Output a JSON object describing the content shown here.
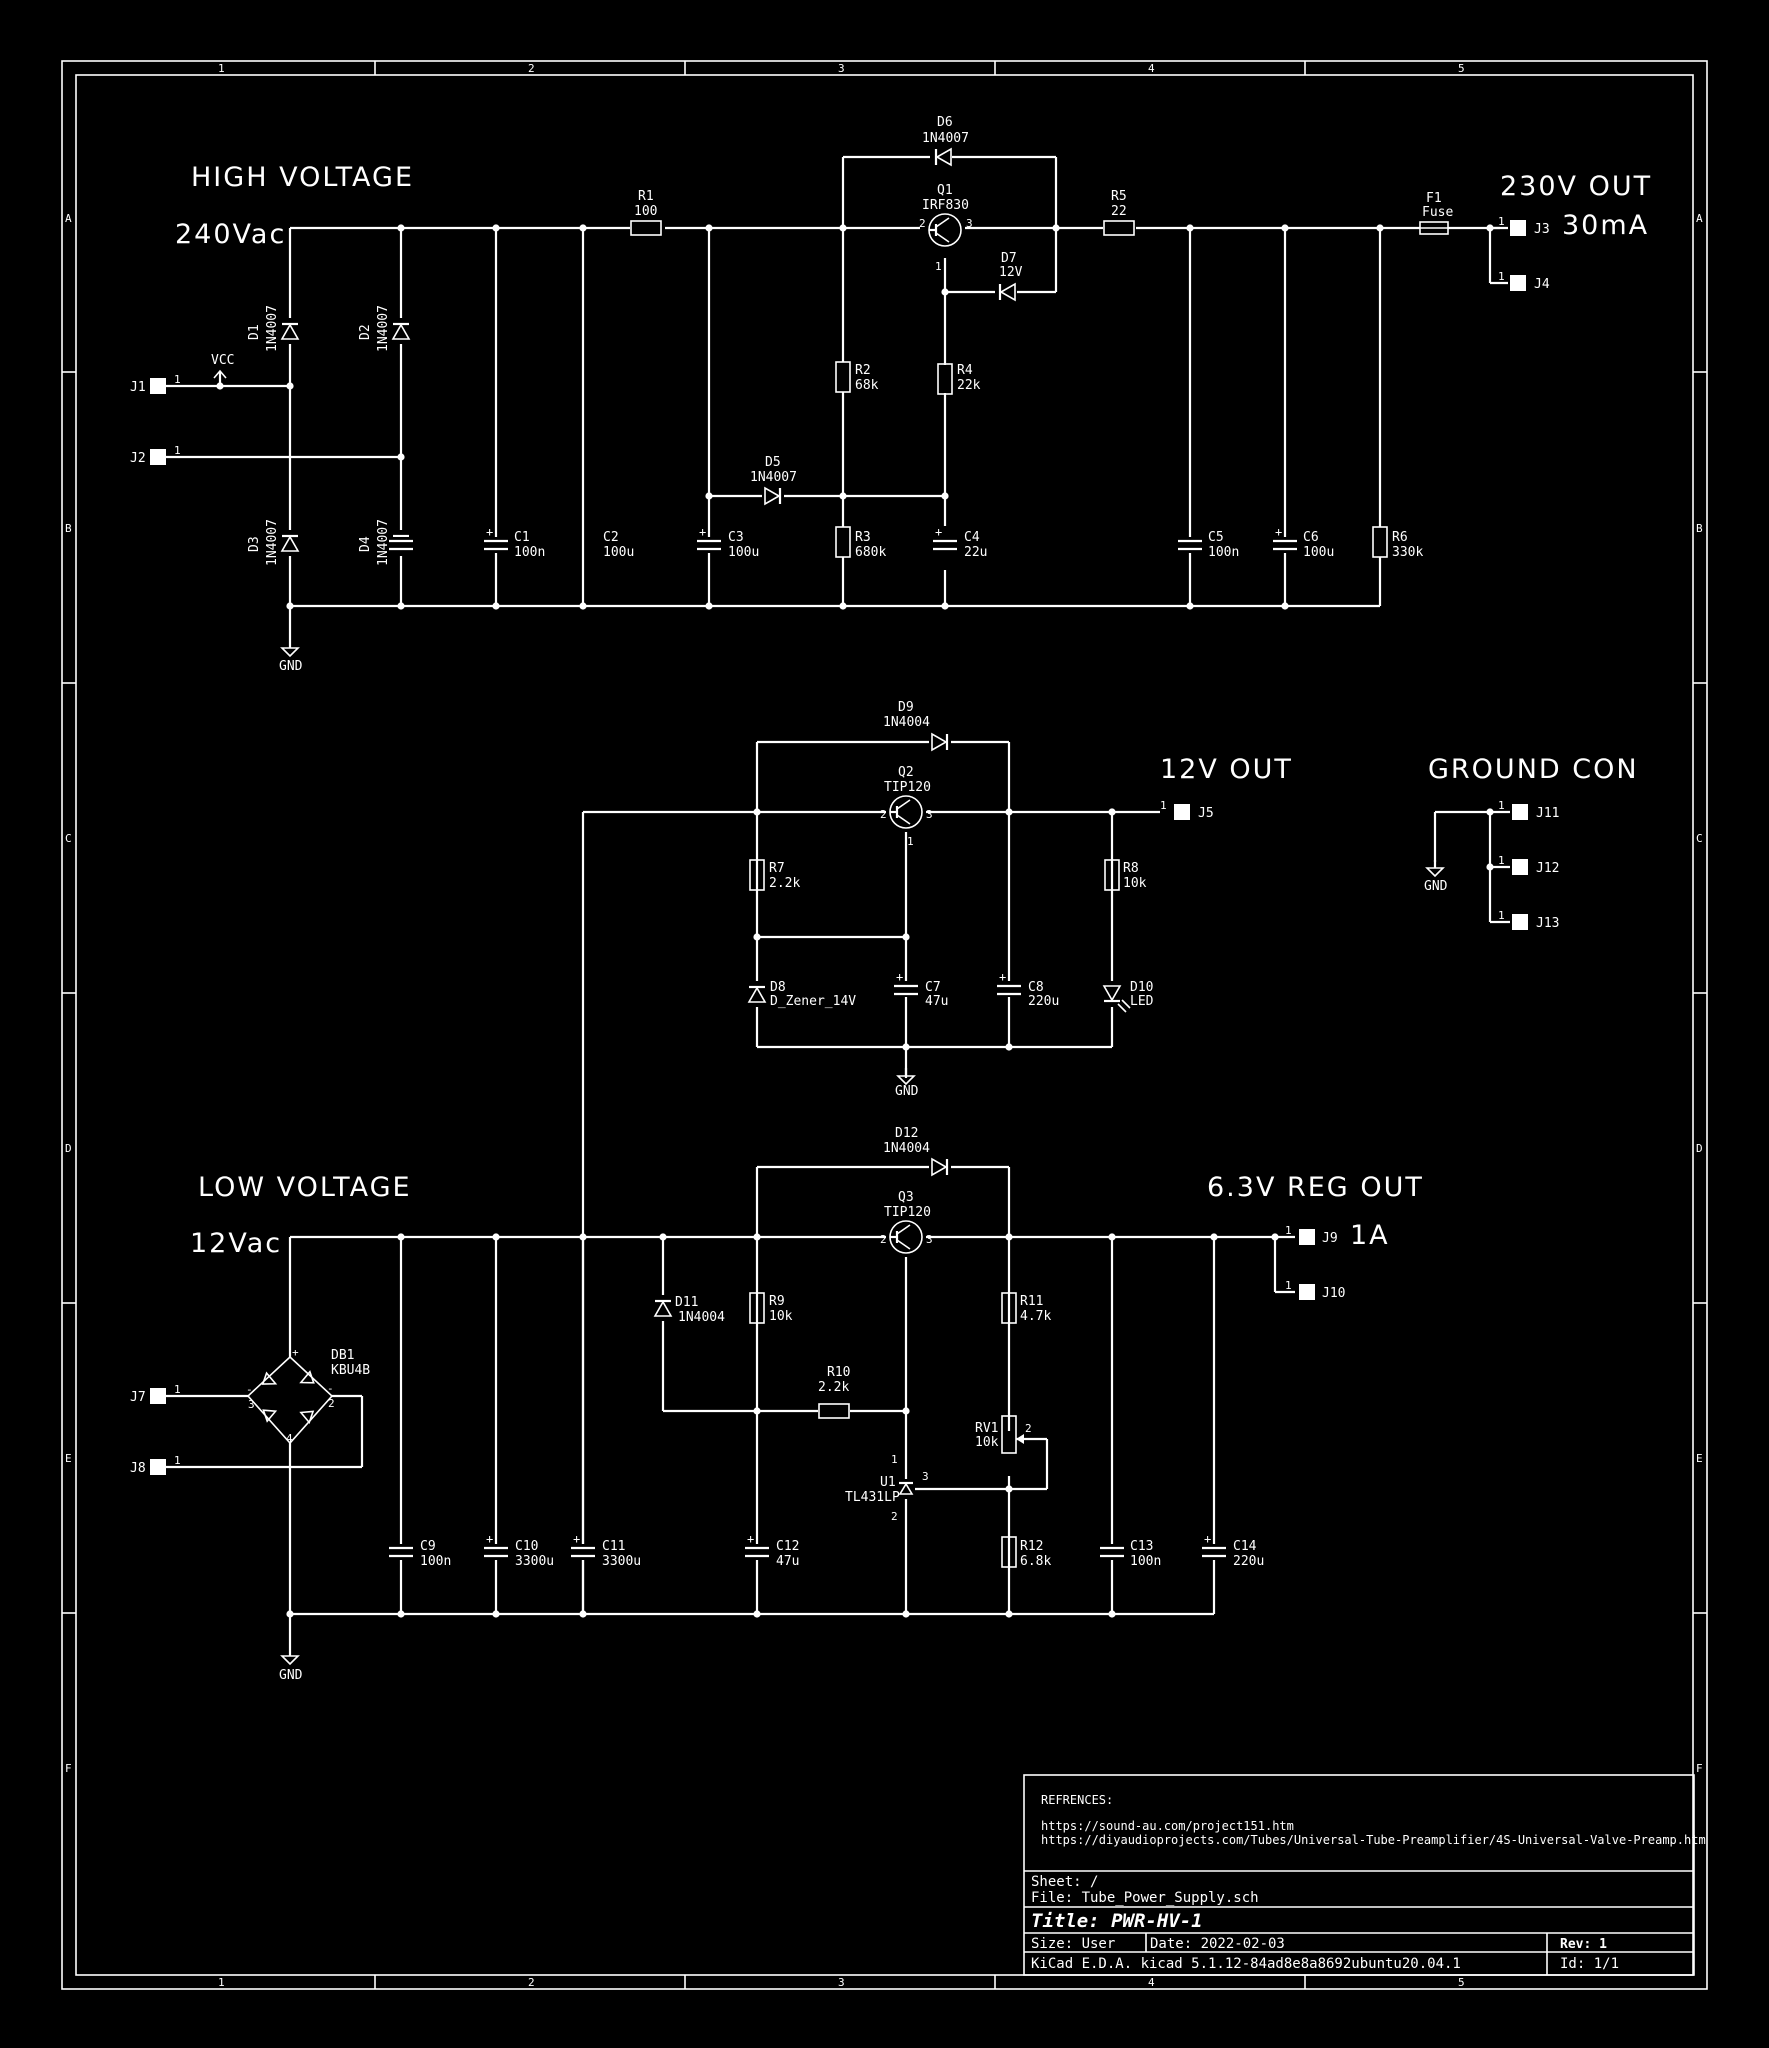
{
  "section_titles": {
    "high_voltage": "HIGH VOLTAGE",
    "hv_input": "240Vac",
    "hv_output": "230V OUT",
    "hv_current": "30mA",
    "out12": "12V OUT",
    "ground_con": "GROUND CON",
    "low_voltage": "LOW VOLTAGE",
    "lv_input": "12Vac",
    "reg_out": "6.3V REG OUT",
    "reg_current": "1A"
  },
  "frame": {
    "columns": [
      "1",
      "2",
      "3",
      "4",
      "5"
    ],
    "rows": [
      "A",
      "B",
      "C",
      "D",
      "E",
      "F"
    ]
  },
  "components": {
    "D6": {
      "ref": "D6",
      "value": "1N4007"
    },
    "Q1": {
      "ref": "Q1",
      "value": "IRF830"
    },
    "D7": {
      "ref": "D7",
      "value": "12V"
    },
    "R1": {
      "ref": "R1",
      "value": "100"
    },
    "R5": {
      "ref": "R5",
      "value": "22"
    },
    "F1": {
      "ref": "F1",
      "value": "Fuse"
    },
    "D1": {
      "ref": "D1",
      "value": "1N4007"
    },
    "D2": {
      "ref": "D2",
      "value": "1N4007"
    },
    "D3": {
      "ref": "D3",
      "value": "1N4007"
    },
    "D4": {
      "ref": "D4",
      "value": "1N4007"
    },
    "R2": {
      "ref": "R2",
      "value": "68k"
    },
    "R4": {
      "ref": "R4",
      "value": "22k"
    },
    "D5": {
      "ref": "D5",
      "value": "1N4007"
    },
    "C1": {
      "ref": "C1",
      "value": "100n"
    },
    "C2": {
      "ref": "C2",
      "value": "100u"
    },
    "C3": {
      "ref": "C3",
      "value": "100u"
    },
    "R3": {
      "ref": "R3",
      "value": "680k"
    },
    "C4": {
      "ref": "C4",
      "value": "22u"
    },
    "C5": {
      "ref": "C5",
      "value": "100n"
    },
    "C6": {
      "ref": "C6",
      "value": "100u"
    },
    "R6": {
      "ref": "R6",
      "value": "330k"
    },
    "D9": {
      "ref": "D9",
      "value": "1N4004"
    },
    "Q2": {
      "ref": "Q2",
      "value": "TIP120"
    },
    "R7": {
      "ref": "R7",
      "value": "2.2k"
    },
    "R8": {
      "ref": "R8",
      "value": "10k"
    },
    "D8": {
      "ref": "D8",
      "value": "D_Zener_14V"
    },
    "C7": {
      "ref": "C7",
      "value": "47u"
    },
    "C8": {
      "ref": "C8",
      "value": "220u"
    },
    "D10": {
      "ref": "D10",
      "value": "LED"
    },
    "D12": {
      "ref": "D12",
      "value": "1N4004"
    },
    "Q3": {
      "ref": "Q3",
      "value": "TIP120"
    },
    "DB1": {
      "ref": "DB1",
      "value": "KBU4B"
    },
    "D11": {
      "ref": "D11",
      "value": "1N4004"
    },
    "R9": {
      "ref": "R9",
      "value": "10k"
    },
    "R11": {
      "ref": "R11",
      "value": "4.7k"
    },
    "R10": {
      "ref": "R10",
      "value": "2.2k"
    },
    "RV1": {
      "ref": "RV1",
      "value": "10k"
    },
    "U1": {
      "ref": "U1",
      "value": "TL431LP"
    },
    "C9": {
      "ref": "C9",
      "value": "100n"
    },
    "C10": {
      "ref": "C10",
      "value": "3300u"
    },
    "C11": {
      "ref": "C11",
      "value": "3300u"
    },
    "C12": {
      "ref": "C12",
      "value": "47u"
    },
    "R12": {
      "ref": "R12",
      "value": "6.8k"
    },
    "C13": {
      "ref": "C13",
      "value": "100n"
    },
    "C14": {
      "ref": "C14",
      "value": "220u"
    }
  },
  "connectors": {
    "J1": "J1",
    "J2": "J2",
    "J3": "J3",
    "J4": "J4",
    "J5": "J5",
    "J7": "J7",
    "J8": "J8",
    "J9": "J9",
    "J10": "J10",
    "J11": "J11",
    "J12": "J12",
    "J13": "J13"
  },
  "power_labels": {
    "vcc": "VCC",
    "gnd": "GND"
  },
  "pins": {
    "one": "1",
    "two": "2",
    "three": "3",
    "four": "4",
    "minus": "-",
    "plus": "+"
  },
  "title_block": {
    "references_heading": "REFRENCES:",
    "ref1": "https://sound-au.com/project151.htm",
    "ref2": "https://diyaudioprojects.com/Tubes/Universal-Tube-Preamplifier/4S-Universal-Valve-Preamp.htm",
    "sheet": "Sheet: /",
    "file": "File: Tube_Power_Supply.sch",
    "title": "Title: PWR-HV-1",
    "size": "Size: User",
    "date": "Date: 2022-02-03",
    "rev": "Rev: 1",
    "tool": "KiCad E.D.A.  kicad 5.1.12-84ad8e8a8692ubuntu20.04.1",
    "id": "Id: 1/1"
  }
}
